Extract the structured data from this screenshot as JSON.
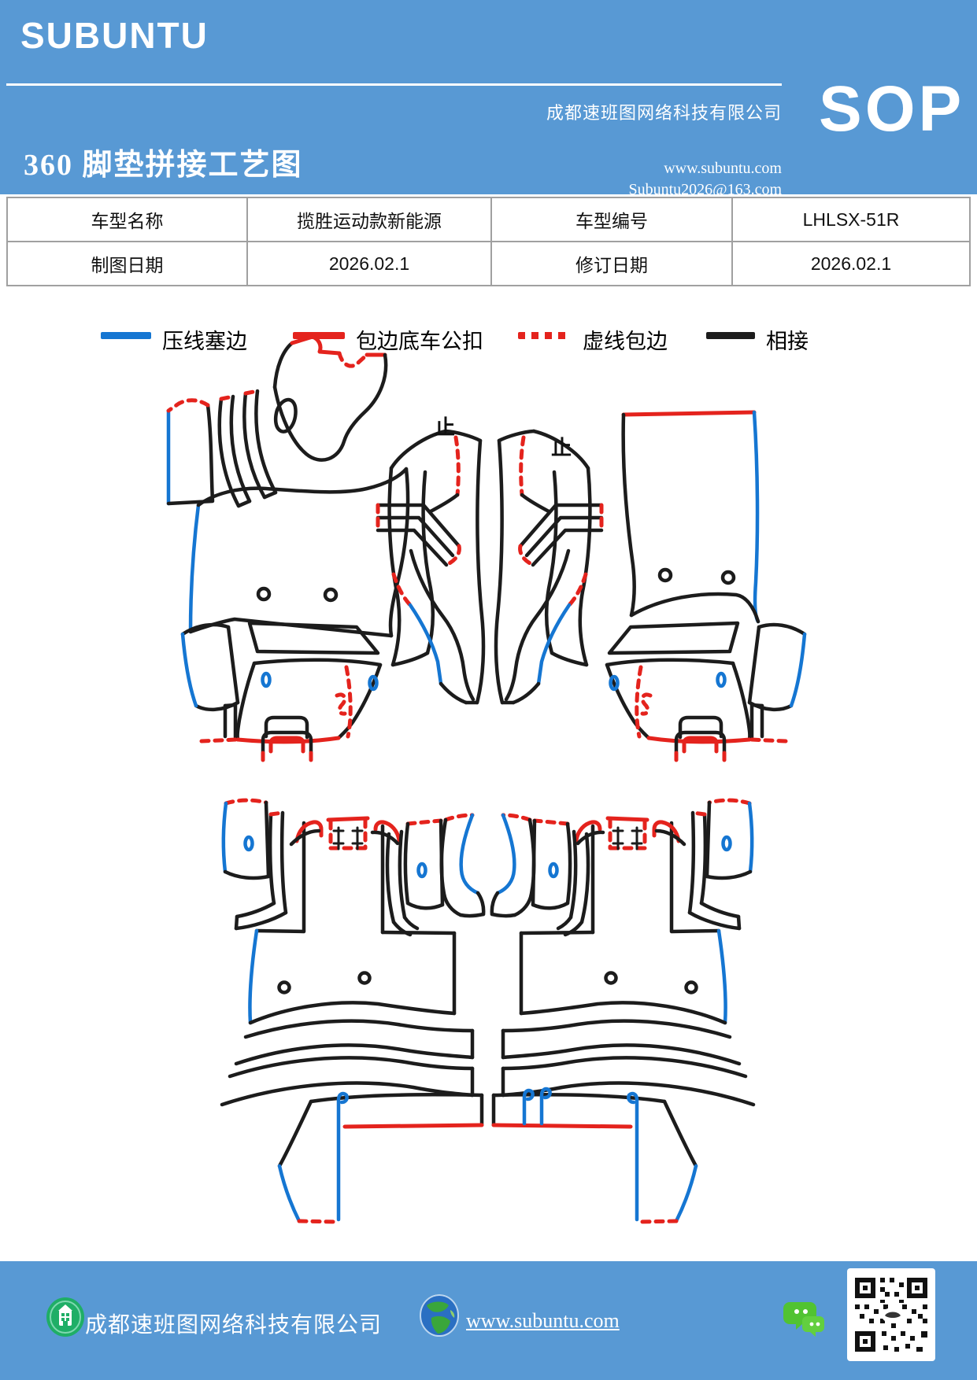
{
  "header": {
    "logo": "SUBUNTU",
    "title": "360 脚垫拼接工艺图",
    "company": "成都速班图网络科技有限公司",
    "website": "www.subuntu.com",
    "email": "Subuntu2026@163.com",
    "sop_label": "SOP"
  },
  "info_table": {
    "rows": [
      [
        "车型名称",
        "揽胜运动款新能源",
        "车型编号",
        "LHLSX-51R"
      ],
      [
        "制图日期",
        "2026.02.1",
        "修订日期",
        "2026.02.1"
      ]
    ]
  },
  "legend": {
    "items": [
      {
        "label": "压线塞边",
        "style": "solid",
        "color": "#1576d2"
      },
      {
        "label": "包边底车公扣",
        "style": "solid",
        "color": "#e4231d"
      },
      {
        "label": "虚线包边",
        "style": "dashed",
        "color": "#e4231d"
      },
      {
        "label": "相接",
        "style": "solid",
        "color": "#1c1c1c"
      }
    ]
  },
  "diagram": {
    "stop_marks": [
      "止",
      "止"
    ]
  },
  "footer": {
    "company": "成都速班图网络科技有限公司",
    "website": "www.subuntu.com"
  },
  "colors": {
    "header_blue": "#5899d4",
    "accent_blue": "#1576d2",
    "accent_red": "#e4231d",
    "line_black": "#1c1c1c",
    "table_border": "#a0a0a0",
    "wechat_green": "#51c332",
    "icon_green": "#1fae66"
  }
}
